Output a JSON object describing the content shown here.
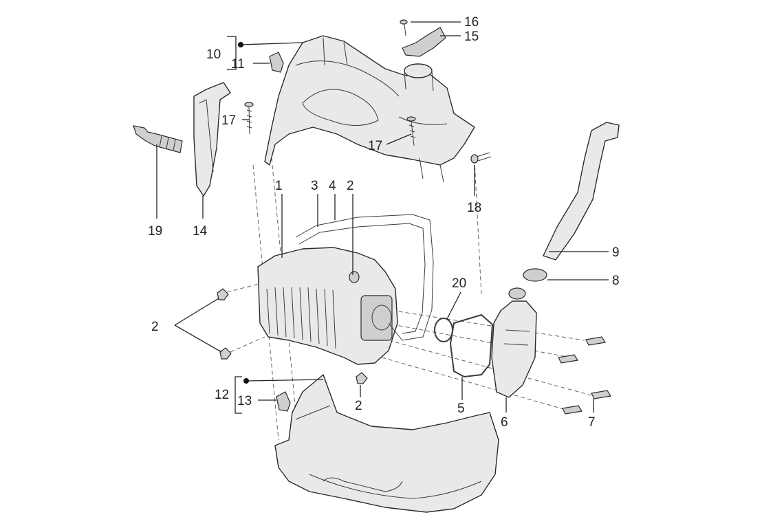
{
  "callouts": {
    "c1": "1",
    "c2a": "2",
    "c2b": "2",
    "c2c": "2",
    "c3": "3",
    "c4": "4",
    "c5": "5",
    "c6": "6",
    "c7": "7",
    "c8": "8",
    "c9": "9",
    "c10": "10",
    "c11": "11",
    "c12": "12",
    "c13": "13",
    "c14": "14",
    "c15": "15",
    "c16": "16",
    "c17a": "17",
    "c17b": "17",
    "c18": "18",
    "c19": "19",
    "c20": "20"
  }
}
